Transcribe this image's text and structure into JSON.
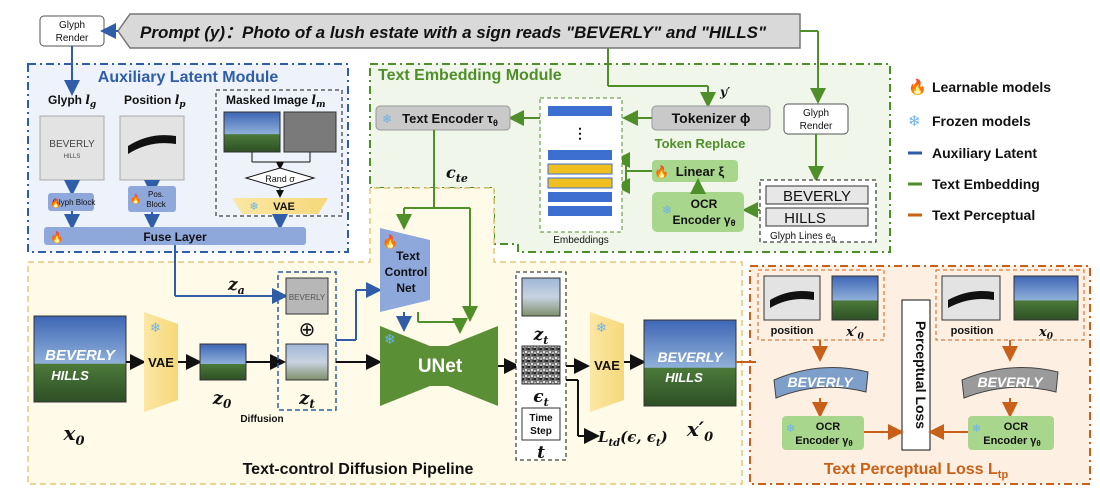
{
  "prompt": {
    "text": "Prompt (y)：Photo of a lush estate with a sign reads \"BEVERLY\" and \"HILLS\""
  },
  "glyph_render_top": "Glyph Render",
  "glyph_render_right": "Glyph Render",
  "auxiliary": {
    "title": "Auxiliary Latent Module",
    "glyph": "Glyph",
    "glyph_var": "l",
    "glyph_sub": "g",
    "position": "Position",
    "position_var": "l",
    "position_sub": "p",
    "masked": "Masked Image",
    "masked_var": "l",
    "masked_sub": "m",
    "glyph_block": "Glyph Block",
    "pos_block": "Pos. Block",
    "rand": "Rand σ",
    "vae": "VAE",
    "fuse": "Fuse Layer",
    "glyph_img_text": [
      "BEVERLY",
      "HILLS"
    ]
  },
  "text_embedding": {
    "title": "Text Embedding Module",
    "text_encoder": "Text Encoder τ",
    "text_encoder_sub": "θ",
    "tokenizer": "Tokenizer ϕ",
    "y_prime": "y′",
    "token_replace": "Token Replace",
    "linear": "Linear ξ",
    "ocr_encoder": "OCR",
    "ocr_encoder2": "Encoder γ",
    "ocr_sub": "θ",
    "embeddings": "Embeddings",
    "glyph_lines": "Glyph Lines e",
    "glyph_lines_sub": "g",
    "glyph_words": [
      "BEVERLY",
      "HILLS"
    ],
    "c_te": "c",
    "c_te_sub": "te"
  },
  "legend": [
    {
      "label": "Learnable models",
      "icon": "fire-icon"
    },
    {
      "label": "Frozen models",
      "icon": "snowflake-icon"
    },
    {
      "label": "Auxiliary Latent",
      "color": "#2f5da8"
    },
    {
      "label": "Text Embedding",
      "color": "#4e8f2a"
    },
    {
      "label": "Text Perceptual",
      "color": "#c9601a"
    }
  ],
  "pipeline": {
    "title": "Text-control Diffusion Pipeline",
    "x0": "x",
    "x0_sub": "0",
    "vae_in": "VAE",
    "z0": "z",
    "z0_sub": "0",
    "diffusion": "Diffusion",
    "za": "z",
    "za_sub": "a",
    "zt": "z",
    "zt_sub": "t",
    "oplus": "⊕",
    "control_net": [
      "Text",
      "Control",
      "Net"
    ],
    "unet": "UNet",
    "zt2": "z",
    "zt2_sub": "t",
    "eps": "ϵ",
    "eps_sub": "t",
    "time_step": [
      "Time",
      "Step"
    ],
    "t": "t",
    "loss_td": "L",
    "loss_td_sub": "td",
    "loss_td_args": "(ϵ, ϵ",
    "loss_td_args_sub": "t",
    "vae_out": "VAE",
    "x0p": "x′",
    "x0p_sub": "0",
    "img_text": [
      "BEVERLY",
      "HILLS"
    ]
  },
  "perceptual": {
    "title": "Text Perceptual Loss L",
    "title_sub": "tp",
    "position_l": "position",
    "x0p": "x′",
    "x0p_sub": "0",
    "position_r": "position",
    "x0": "x",
    "x0_sub": "0",
    "perceptual_loss": "Perceptual Loss",
    "beverly": "BEVERLY",
    "ocr_l": "OCR",
    "ocr_l2": "Encoder γ",
    "ocr_l_sub": "θ",
    "ocr_r": "OCR",
    "ocr_r2": "Encoder γ",
    "ocr_r_sub": "θ"
  }
}
